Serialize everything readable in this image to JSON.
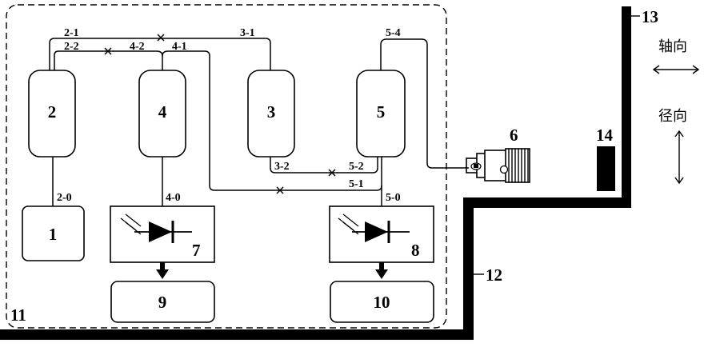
{
  "labels": {
    "n1": "1",
    "n2": "2",
    "n3": "3",
    "n4": "4",
    "n5": "5",
    "n6": "6",
    "n7": "7",
    "n8": "8",
    "n9": "9",
    "n10": "10",
    "n11": "11",
    "n12": "12",
    "n13": "13",
    "n14": "14"
  },
  "ports": {
    "p2_0": "2-0",
    "p2_1": "2-1",
    "p2_2": "2-2",
    "p3_1": "3-1",
    "p3_2": "3-2",
    "p4_0": "4-0",
    "p4_1": "4-1",
    "p4_2": "4-2",
    "p5_0": "5-0",
    "p5_1": "5-1",
    "p5_2": "5-2",
    "p5_4": "5-4"
  },
  "directions": {
    "axial": "轴向",
    "radial": "径向"
  },
  "colors": {
    "ink": "#000000",
    "background": "#ffffff"
  }
}
